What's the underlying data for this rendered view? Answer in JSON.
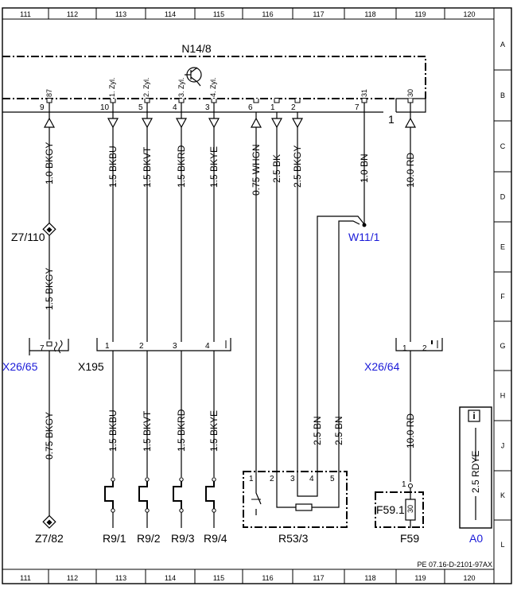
{
  "grid": {
    "columns": [
      "111",
      "112",
      "113",
      "114",
      "115",
      "116",
      "117",
      "118",
      "119",
      "120"
    ],
    "rows": [
      "A",
      "B",
      "C",
      "D",
      "E",
      "F",
      "G",
      "H",
      "J",
      "K",
      "L"
    ]
  },
  "control_unit": {
    "label": "N14/8",
    "terminals": [
      "87",
      "1. Zyl.",
      "2. Zyl.",
      "3. Zyl.",
      "4. Zyl.",
      "31",
      "30"
    ],
    "pins": [
      "9",
      "10",
      "5",
      "4",
      "3",
      "6",
      "1",
      "2",
      "7"
    ],
    "section_pin": "1"
  },
  "wires": {
    "w1": "1.0 BKGY",
    "w2": "1.5 BKBU",
    "w3": "1.5 BKVT",
    "w4": "1.5 BKRD",
    "w5": "1.5 BKYE",
    "w6": "0.75 WHGN",
    "w7": "2.5 BK",
    "w8": "2.5 BKGY",
    "w9": "1.0 BN",
    "w10": "10.0 RD",
    "w1b": "1.5 BKGY",
    "w1c": "0.75 BKGY",
    "w2b": "1.5 BKBU",
    "w3b": "1.5 BKVT",
    "w4b": "1.5 BKRD",
    "w5b": "1.5 BKYE",
    "bn1": "2.5 BN",
    "bn2": "2.5 BN",
    "w10b": "10.0 RD",
    "info": "2.5 RDYE"
  },
  "components": {
    "z7_110": "Z7/110",
    "z7_82": "Z7/82",
    "x26_65": "X26/65",
    "x26_65_pin": "7",
    "x195": "X195",
    "x195_pins": [
      "1",
      "2",
      "3",
      "4"
    ],
    "w11_1": "W11/1",
    "x26_64": "X26/64",
    "x26_64_pins": [
      "1",
      "2"
    ],
    "r9_1": "R9/1",
    "r9_2": "R9/2",
    "r9_3": "R9/3",
    "r9_4": "R9/4",
    "r53_3": "R53/3",
    "r53_pins": [
      "1",
      "2",
      "3",
      "4",
      "5"
    ],
    "f59": "F59",
    "f59_1": "F59.1",
    "f59_pin": "1",
    "f59_fuse": "30",
    "a0": "A0",
    "info_icon": "i"
  },
  "footer_code": "PE 07.16-D-2101-97AX",
  "colors": {
    "link": "#1a1ad8",
    "line": "#000000"
  }
}
